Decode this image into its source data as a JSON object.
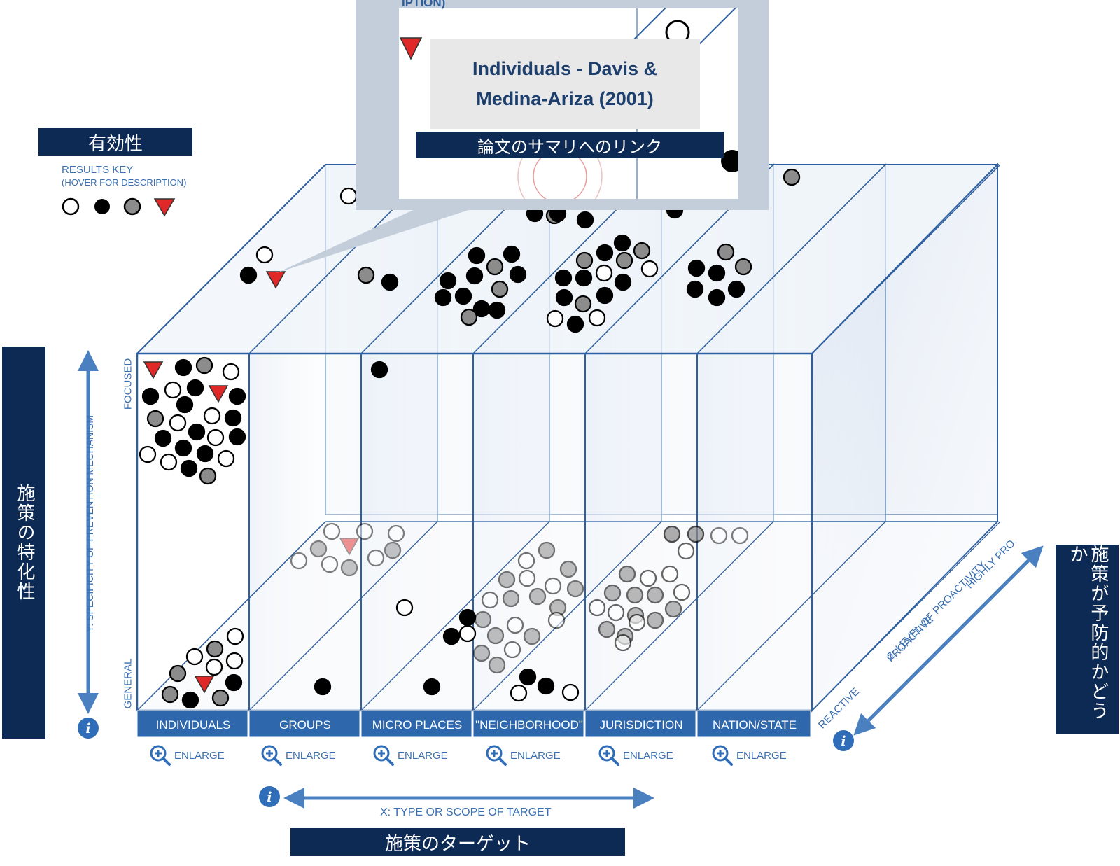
{
  "labels": {
    "effectiveness": "有効性",
    "specificity": "施策の特化性",
    "proactivity": "施策が予防的かどうか",
    "target": "施策のターゲット",
    "summary_link": "論文のサマリへのリンク"
  },
  "results_key": {
    "title": "RESULTS KEY",
    "subtitle": "(HOVER FOR DESCRIPTION)",
    "symbols": [
      "white-circle",
      "black-circle",
      "gray-circle",
      "red-triangle"
    ]
  },
  "tooltip": {
    "title_line1": "Individuals - Davis &",
    "title_line2": "Medina-Ariza (2001)",
    "cut_text": "IPTION)"
  },
  "categories": [
    "INDIVIDUALS",
    "GROUPS",
    "MICRO PLACES",
    "\"NEIGHBORHOOD\"",
    "JURISDICTION",
    "NATION/STATE"
  ],
  "enlarge_label": "ENLARGE",
  "axes": {
    "x_label": "X:  TYPE OR SCOPE OF TARGET",
    "y_label": "Y:  SPECIFICITY OF PREVENTION MECHANISM",
    "y_top": "FOCUSED",
    "y_bottom": "GENERAL",
    "z_label": "Z:  LEVEL OF PROACTIVITY",
    "z_levels": [
      "REACTIVE",
      "PROACTIVE",
      "HIGHLY PRO."
    ]
  },
  "colors": {
    "navy": "#0d2a55",
    "accent_blue": "#2f5f9e",
    "light_blue": "#3a6fb0",
    "red": "#e02828",
    "gray": "#8c8c8c"
  }
}
